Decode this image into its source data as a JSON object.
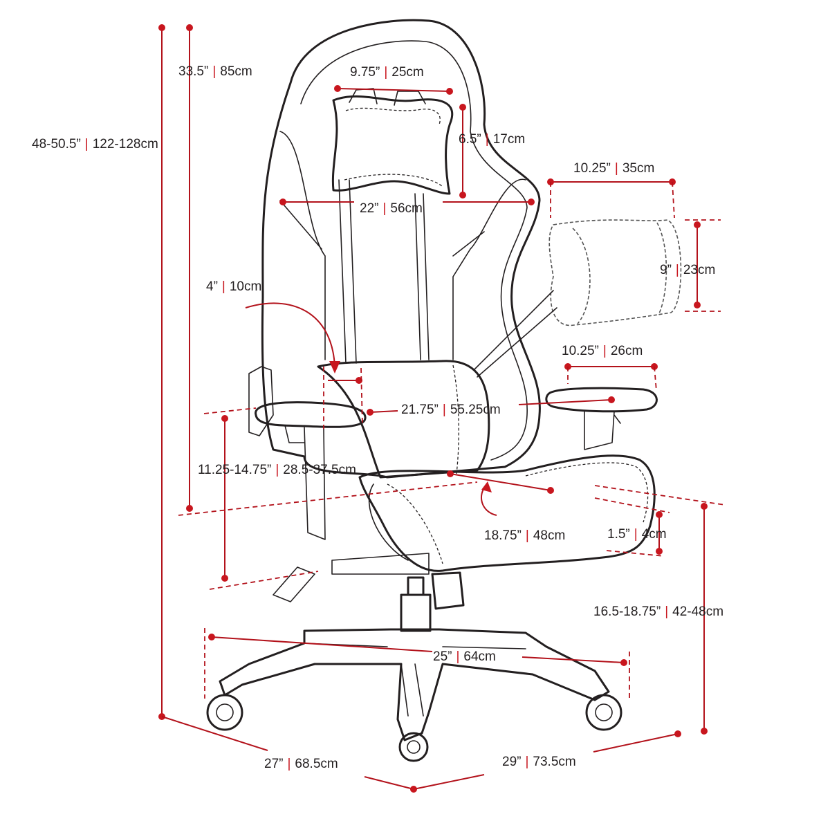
{
  "diagram": {
    "colors": {
      "line": "#231f20",
      "dimension": "#c8161e",
      "background": "#ffffff"
    },
    "dimensions": [
      {
        "id": "total-height",
        "imperial": "48-50.5”",
        "metric": "122-128cm"
      },
      {
        "id": "back-height",
        "imperial": "33.5”",
        "metric": "85cm"
      },
      {
        "id": "headrest-width",
        "imperial": "9.75”",
        "metric": "25cm"
      },
      {
        "id": "headrest-height",
        "imperial": "6.5”",
        "metric": "17cm"
      },
      {
        "id": "back-width",
        "imperial": "22”",
        "metric": "56cm"
      },
      {
        "id": "lumbar-width",
        "imperial": "10.25”",
        "metric": "35cm"
      },
      {
        "id": "lumbar-height",
        "imperial": "9”",
        "metric": "23cm"
      },
      {
        "id": "armrest-pad-width",
        "imperial": "4”",
        "metric": "10cm"
      },
      {
        "id": "armrest-length",
        "imperial": "10.25”",
        "metric": "26cm"
      },
      {
        "id": "between-armrests",
        "imperial": "21.75”",
        "metric": "55.25cm"
      },
      {
        "id": "armrest-height",
        "imperial": "11.25-14.75”",
        "metric": "28.5-37.5cm"
      },
      {
        "id": "seat-depth",
        "imperial": "18.75”",
        "metric": "48cm"
      },
      {
        "id": "seat-thickness",
        "imperial": "1.5”",
        "metric": "4cm"
      },
      {
        "id": "seat-height",
        "imperial": "16.5-18.75”",
        "metric": "42-48cm"
      },
      {
        "id": "base-diameter",
        "imperial": "25”",
        "metric": "64cm"
      },
      {
        "id": "overall-depth",
        "imperial": "27”",
        "metric": "68.5cm"
      },
      {
        "id": "overall-width",
        "imperial": "29”",
        "metric": "73.5cm"
      }
    ]
  }
}
